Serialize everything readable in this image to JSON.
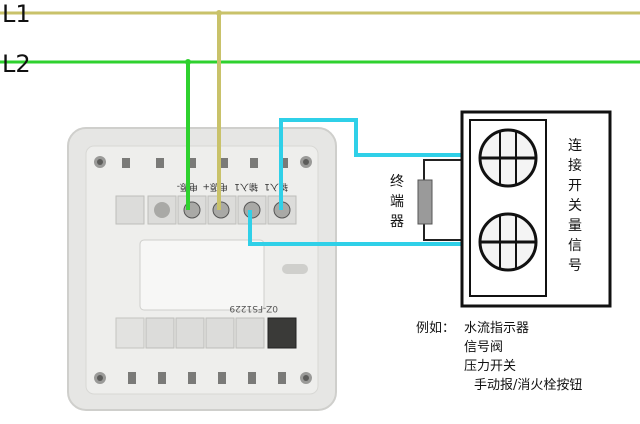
{
  "lines": {
    "l1_label": "L1",
    "l2_label": "L2",
    "l1_color": "#c9c26a",
    "l2_color": "#2ed12e",
    "signal_color": "#2fd0e8"
  },
  "module": {
    "model_text": "0Z-FS1229",
    "terminal_labels": [
      "电源-",
      "电源+",
      "输入1",
      "输入1"
    ]
  },
  "terminal_resistor": {
    "label_chars": [
      "终",
      "端",
      "器"
    ],
    "fill": "#9a9a9a"
  },
  "switch": {
    "label_chars": [
      "连",
      "接",
      "开",
      "关",
      "量",
      "信",
      "号"
    ]
  },
  "examples": {
    "heading": "例如：",
    "items": [
      "水流指示器",
      "信号阀",
      "压力开关",
      "手动报/消火栓按钮"
    ]
  }
}
